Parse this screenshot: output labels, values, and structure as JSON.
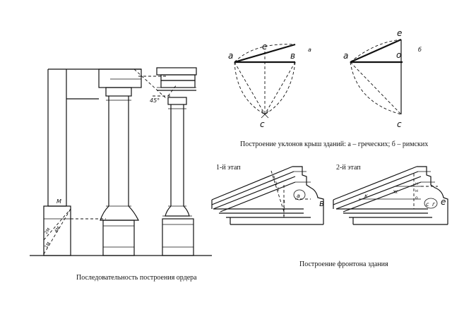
{
  "captions": {
    "order_sequence": "Последовательность построения ордера",
    "roof_slopes": "Построение уклонов крыш зданий: а – греческих; б – римских",
    "pediment": "Построение фронтона здания",
    "stage1": "1-й этап",
    "stage2": "2-й этап"
  },
  "order_labels": {
    "m": "М",
    "m2": "2М",
    "m4": "4М",
    "m1": "1М",
    "angle": "45°"
  },
  "roof_a": {
    "tag": "а",
    "point_a": "а",
    "point_e": "е",
    "point_v": "в",
    "point_c": "с"
  },
  "roof_b": {
    "tag": "б",
    "point_a": "а",
    "point_e": "е",
    "point_o": "о",
    "point_c": "с"
  },
  "pediment_stage1": {
    "point_a": "а",
    "point_v": "в",
    "divisions_upper": [
      "3",
      "2",
      "1"
    ],
    "divisions_lower": [
      "3",
      "2",
      "1"
    ]
  },
  "pediment_stage2": {
    "point_k1": "к",
    "point_k2": "ж",
    "point_n1": "н",
    "point_n2": "н",
    "point_o": "о",
    "point_c": "с",
    "point_g": "г",
    "point_e": "е"
  }
}
